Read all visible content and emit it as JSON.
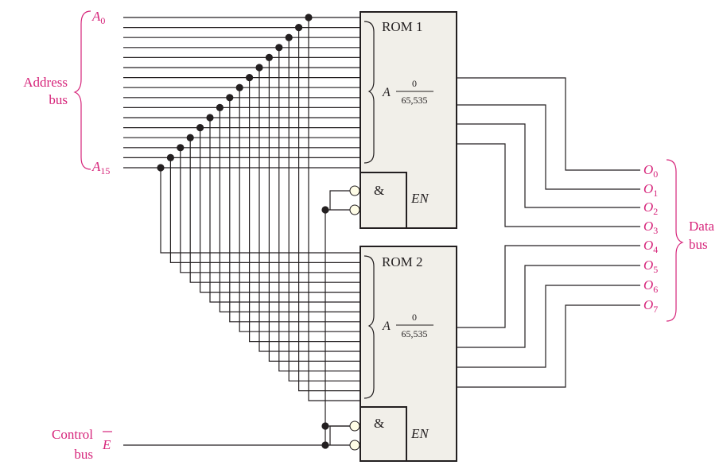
{
  "address_bus": {
    "label_line1": "Address",
    "label_line2": "bus",
    "a0_letter": "A",
    "a0_sub": "0",
    "a15_letter": "A",
    "a15_sub": "15"
  },
  "rom1": {
    "title": "ROM 1",
    "addr_letter": "A",
    "range_top": "0",
    "range_bottom": "65,535",
    "gate_symbol": "&",
    "enable_label": "EN"
  },
  "rom2": {
    "title": "ROM 2",
    "addr_letter": "A",
    "range_top": "0",
    "range_bottom": "65,535",
    "gate_symbol": "&",
    "enable_label": "EN"
  },
  "data_bus": {
    "label_line1": "Data",
    "label_line2": "bus",
    "outputs": [
      {
        "letter": "O",
        "sub": "0"
      },
      {
        "letter": "O",
        "sub": "1"
      },
      {
        "letter": "O",
        "sub": "2"
      },
      {
        "letter": "O",
        "sub": "3"
      },
      {
        "letter": "O",
        "sub": "4"
      },
      {
        "letter": "O",
        "sub": "5"
      },
      {
        "letter": "O",
        "sub": "6"
      },
      {
        "letter": "O",
        "sub": "7"
      }
    ]
  },
  "control_bus": {
    "label_line1": "Control",
    "label_line2": "bus",
    "signal": "E"
  },
  "colors": {
    "accent": "#d6247a",
    "box_fill": "#f1efe9",
    "line": "#231f20"
  }
}
